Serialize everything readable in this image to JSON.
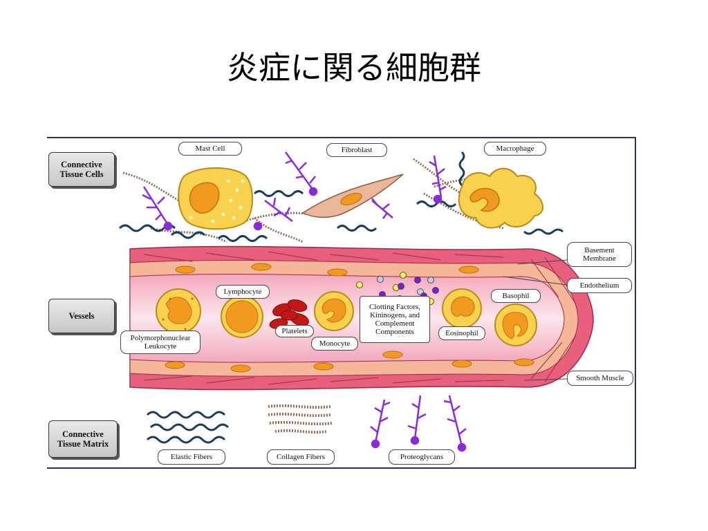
{
  "slide": {
    "title": "炎症に関る細胞群"
  },
  "sections": {
    "connective_tissue_cells": "Connective\nTissue Cells",
    "vessels": "Vessels",
    "connective_tissue_matrix": "Connective\nTissue Matrix"
  },
  "labels": {
    "mast_cell": "Mast Cell",
    "fibroblast": "Fibroblast",
    "macrophage": "Macrophage",
    "basement_membrane": "Basement\nMembrane",
    "endothelium": "Endothelium",
    "lymphocyte": "Lymphocyte",
    "basophil": "Basophil",
    "platelets": "Platelets",
    "monocyte": "Monocyte",
    "clotting_factors": "Clotting Factors,\nKininogens, and\nComplement\nComponents",
    "eosinophil": "Eosinophil",
    "polymorphonuclear_leukocyte": "Polymorphonuclear\nLeukocyte",
    "smooth_muscle": "Smooth Muscle",
    "elastic_fibers": "Elastic Fibers",
    "collagen_fibers": "Collagen Fibers",
    "proteoglycans": "Proteoglycans"
  },
  "colors": {
    "vessel_wall": "#e8607e",
    "vessel_lumen": "#f6c6d2",
    "membrane": "#f4b79a",
    "cell_cytoplasm": "#f7d45c",
    "cell_nucleus": "#f29a1f",
    "proteoglycan": "#8a2bd8",
    "elastic_fiber": "#1b3b5c",
    "red_cell": "#c21818",
    "figure_border": "#2a2e5c"
  }
}
